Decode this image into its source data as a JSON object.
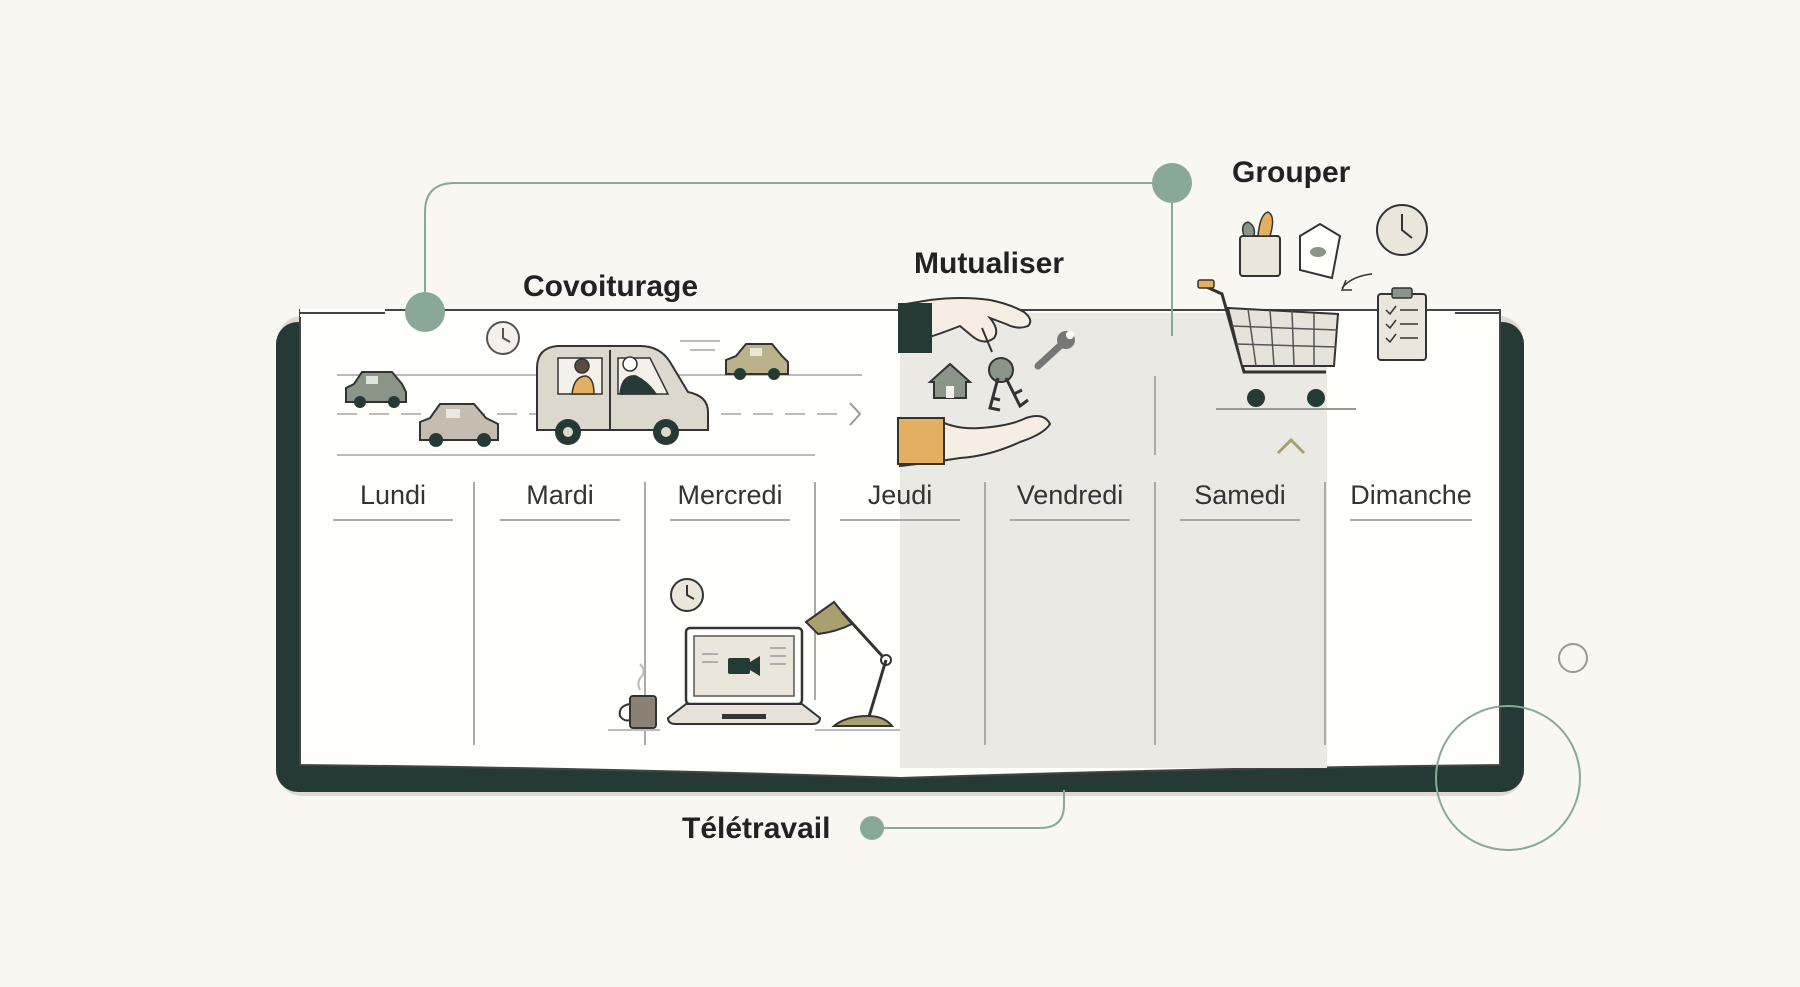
{
  "labels": {
    "covoiturage": "Covoiturage",
    "mutualiser": "Mutualiser",
    "grouper": "Grouper",
    "teletravail": "Télétravail"
  },
  "days": [
    "Lundi",
    "Mardi",
    "Mercredi",
    "Jeudi",
    "Vendredi",
    "Samedi",
    "Dimanche"
  ],
  "icons": {
    "covoiturage": [
      "car-icon",
      "clock-icon",
      "people-icon",
      "road-icon"
    ],
    "mutualiser": [
      "hand-icon",
      "keys-icon",
      "house-icon",
      "wrench-icon"
    ],
    "grouper": [
      "shopping-cart-icon",
      "groceries-icon",
      "clock-icon",
      "checklist-icon"
    ],
    "teletravail": [
      "laptop-icon",
      "video-call-icon",
      "desk-lamp-icon",
      "coffee-mug-icon",
      "clock-icon"
    ]
  },
  "colors": {
    "background": "#f8f7f2",
    "accent_green": "#8aa898",
    "dark_frame": "#253a34",
    "panel": "#fffffb",
    "shaded_area": "#ebe9e3",
    "ochre": "#e2b060",
    "olive": "#a8a070"
  }
}
